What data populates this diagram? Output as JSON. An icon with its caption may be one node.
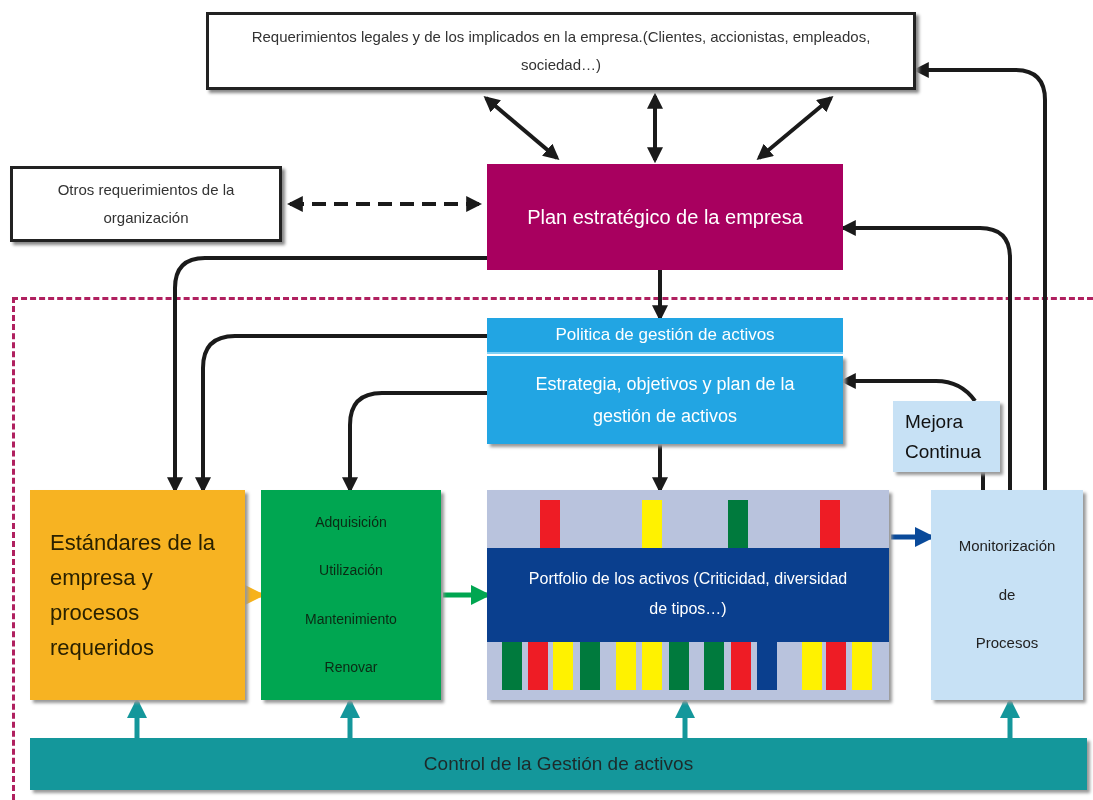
{
  "diagram": {
    "nodes": [
      {
        "text": [
          "Requerimientos  legales y de los implicados en la empresa.(Clientes, accionistas, empleados, sociedad…)"
        ]
      },
      {
        "text": [
          "Otros requerimientos de la organización"
        ]
      },
      {
        "text": [
          "Plan estratégico de la empresa"
        ]
      },
      {
        "text": [
          "Politica de gestión de activos"
        ]
      },
      {
        "text": [
          "Estrategia, objetivos y plan de la gestión de activos"
        ]
      },
      {
        "text": [
          "Mejora Continua"
        ]
      },
      {
        "text": [
          "Estándares de la empresa y procesos requeridos"
        ]
      },
      {
        "text": [
          "Adquisición",
          "Utilización",
          "Mantenimiento",
          "Renovar"
        ]
      },
      {
        "text": [],
        "shape": "box"
      },
      {
        "text": [
          "Portfolio de los activos (Criticidad, diversidad de tipos…)"
        ],
        "in": 8
      },
      {
        "text": [
          "Monitorización",
          "de",
          "Procesos"
        ]
      },
      {
        "text": [
          "Control de la Gestión de activos"
        ]
      }
    ],
    "edges": [
      {
        "from": 2,
        "to": 0,
        "arrow": "both"
      },
      {
        "from": 2,
        "to": 0,
        "arrow": "both"
      },
      {
        "from": 2,
        "to": 0,
        "arrow": "both"
      },
      {
        "from": 1,
        "to": 2,
        "arrow": "both",
        "style": "dashed"
      },
      {
        "from": 2,
        "to": 3,
        "arrow": "to"
      },
      {
        "from": 2,
        "to": 6,
        "arrow": "to"
      },
      {
        "from": 3,
        "to": 6,
        "arrow": "to"
      },
      {
        "from": 4,
        "to": 7,
        "arrow": "to"
      },
      {
        "from": 4,
        "to": 8,
        "arrow": "to"
      },
      {
        "from": 5,
        "to": 4,
        "arrow": "to"
      },
      {
        "from": 10,
        "to": 5,
        "arrow": "none"
      },
      {
        "from": 10,
        "to": 2,
        "arrow": "to"
      },
      {
        "from": 10,
        "to": 0,
        "arrow": "to"
      },
      {
        "from": 6,
        "to": 7,
        "arrow": "to",
        "color": "#f6b21b"
      },
      {
        "from": 7,
        "to": 9,
        "arrow": "to",
        "color": "#00a651"
      },
      {
        "from": 9,
        "to": 10,
        "arrow": "to",
        "color": "#0a4a9a"
      },
      {
        "from": 11,
        "to": 6,
        "arrow": "to",
        "color": "#14979b"
      },
      {
        "from": 11,
        "to": 7,
        "arrow": "to",
        "color": "#14979b"
      },
      {
        "from": 11,
        "to": 8,
        "arrow": "to",
        "color": "#14979b"
      },
      {
        "from": 11,
        "to": 10,
        "arrow": "to",
        "color": "#14979b"
      }
    ]
  }
}
